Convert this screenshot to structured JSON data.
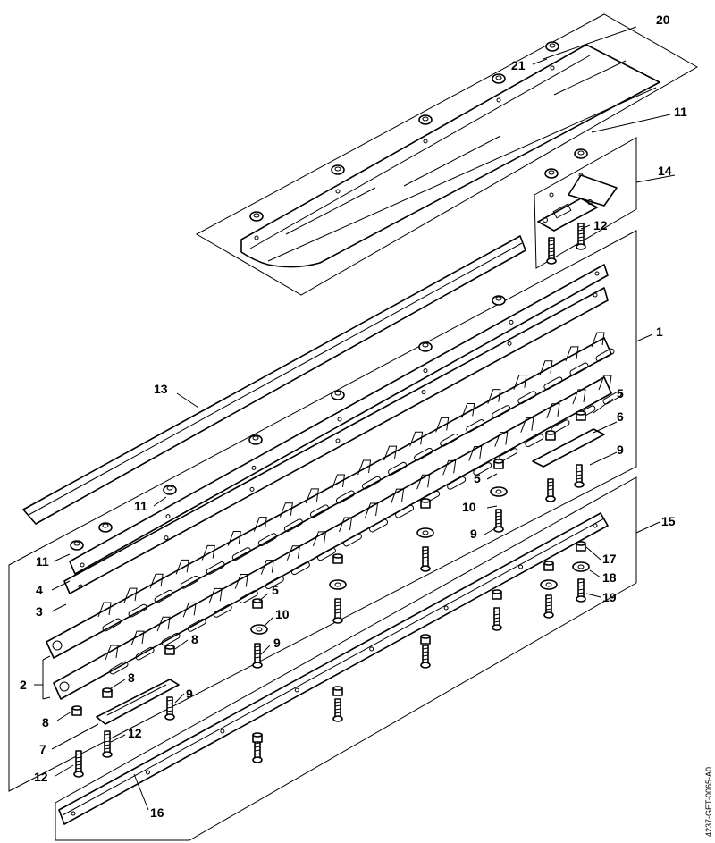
{
  "document_code": "4237-GET-0065-A0",
  "callouts": [
    {
      "id": "c20",
      "text": "20"
    },
    {
      "id": "c21",
      "text": "21"
    },
    {
      "id": "c11a",
      "text": "11"
    },
    {
      "id": "c14",
      "text": "14"
    },
    {
      "id": "c12a",
      "text": "12"
    },
    {
      "id": "c1",
      "text": "1"
    },
    {
      "id": "c13",
      "text": "13"
    },
    {
      "id": "c5a",
      "text": "5"
    },
    {
      "id": "c6",
      "text": "6"
    },
    {
      "id": "c9a",
      "text": "9"
    },
    {
      "id": "c5b",
      "text": "5"
    },
    {
      "id": "c10a",
      "text": "10"
    },
    {
      "id": "c9b",
      "text": "9"
    },
    {
      "id": "c11b",
      "text": "11"
    },
    {
      "id": "c11c",
      "text": "11"
    },
    {
      "id": "c15",
      "text": "15"
    },
    {
      "id": "c17",
      "text": "17"
    },
    {
      "id": "c18",
      "text": "18"
    },
    {
      "id": "c19",
      "text": "19"
    },
    {
      "id": "c4",
      "text": "4"
    },
    {
      "id": "c3",
      "text": "3"
    },
    {
      "id": "c5c",
      "text": "5"
    },
    {
      "id": "c10b",
      "text": "10"
    },
    {
      "id": "c8a",
      "text": "8"
    },
    {
      "id": "c9c",
      "text": "9"
    },
    {
      "id": "c2",
      "text": "2"
    },
    {
      "id": "c8b",
      "text": "8"
    },
    {
      "id": "c9d",
      "text": "9"
    },
    {
      "id": "c8c",
      "text": "8"
    },
    {
      "id": "c12b",
      "text": "12"
    },
    {
      "id": "c7",
      "text": "7"
    },
    {
      "id": "c12c",
      "text": "12"
    },
    {
      "id": "c16",
      "text": "16"
    }
  ]
}
